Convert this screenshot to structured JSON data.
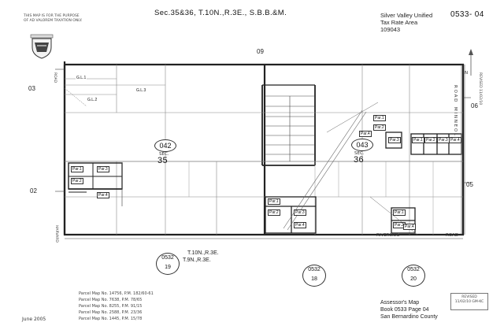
{
  "header": {
    "notice_line1": "THIS MAP IS FOR THE PURPOSE",
    "notice_line2": "OF AD VALOREM TAXATION ONLY.",
    "section_title": "Sec.35&36, T.10N.,R.3E., S.B.B.&M.",
    "district_line1": "Silver Valley Unified",
    "district_line2": "Tax Rate Area",
    "district_line3": "109043",
    "book_page": "0533- 04"
  },
  "adjacent_pages": {
    "top": "09",
    "left_upper": "03",
    "left_lower": "02",
    "right_upper": "06",
    "right_lower": "05",
    "bottom_left": [
      "0532",
      "19"
    ],
    "bottom_mid": [
      "0532",
      "18"
    ],
    "bottom_right": [
      "0532",
      "20"
    ]
  },
  "roads": {
    "harvard_top": "ROAD",
    "harvard_bottom": "HARVARD",
    "riverside": "RIVERSIDE",
    "riverside_road": "ROAD",
    "minneola": "M I N N E O L A",
    "minneola_road": "R O A D",
    "grid_bottom": "T.9N.,R.3E.",
    "grid_top": "T.10N.,R.3E."
  },
  "sections": {
    "s35_oval": "042",
    "s35_sec": "SEC.",
    "s35_num": "35",
    "s36_oval": "043",
    "s36_sec": "SEC.",
    "s36_num": "36"
  },
  "parcel_labels": [
    "G.L.1",
    "G.L.2",
    "G.L.3",
    "Par.1",
    "Par.2",
    "Par.3",
    "Par.4",
    "Par.1",
    "Par.2",
    "Par.3",
    "Par.4",
    "Par.1",
    "Par.2",
    "Par.3",
    "Par.4",
    "Par.1",
    "Par.2",
    "Par.3",
    "Par.4",
    "Par.1",
    "Par.2",
    "Par.4"
  ],
  "north_arrow": {
    "label": "N"
  },
  "parcel_maps": [
    "Parcel Map No. 14756, P.M. 182/60-61",
    "Parcel Map No. 7638, P.M. 78/65",
    "Parcel Map No. 8255, P.M. 91/15",
    "Parcel Map No. 2588, P.M. 23/36",
    "Parcel Map No. 1445, P.M. 15/78"
  ],
  "footer": {
    "date": "June 2005",
    "assessor_line1": "Assessor's Map",
    "assessor_line2": "Book 0533 Page 04",
    "assessor_line3": "San Bernardino County",
    "revised_label": "REVISED",
    "revised_value": "11/02/10 GM-KC"
  },
  "right_margin": {
    "revised_label": "REVISED",
    "revised_value": "11/02/10"
  }
}
